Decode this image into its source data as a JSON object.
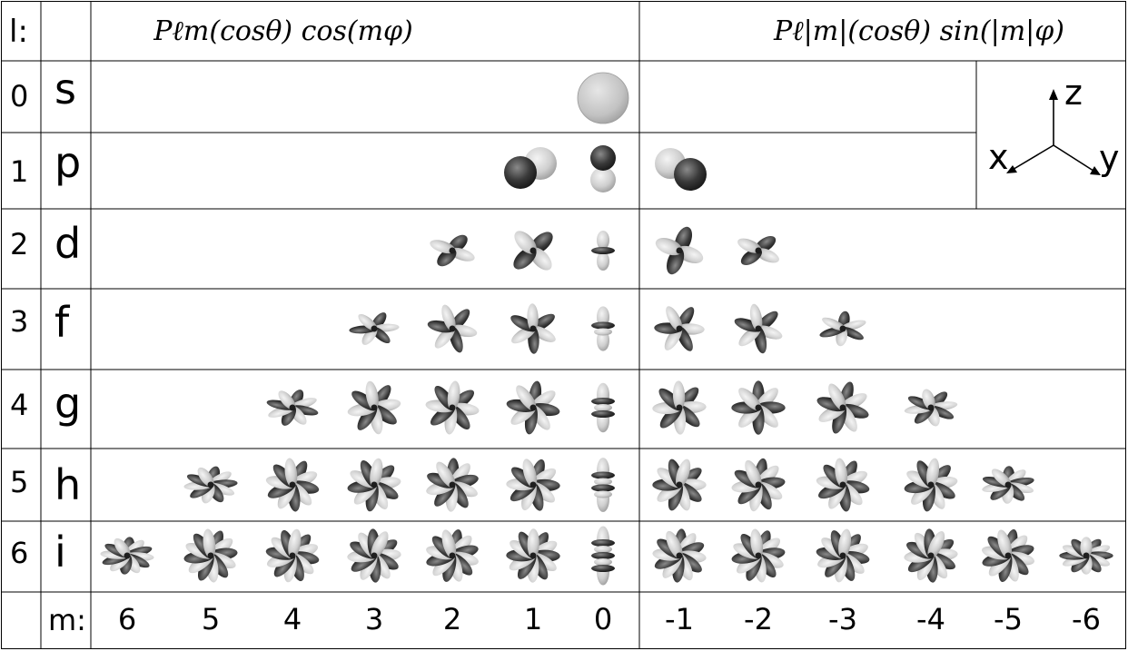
{
  "header": {
    "l_label": "l:",
    "cos_formula": "Pℓm(cosθ) cos(mφ)",
    "sin_formula": "Pℓ|m|(cosθ) sin(|m|φ)"
  },
  "rows": [
    {
      "l": "0",
      "letter": "s"
    },
    {
      "l": "1",
      "letter": "p"
    },
    {
      "l": "2",
      "letter": "d"
    },
    {
      "l": "3",
      "letter": "f"
    },
    {
      "l": "4",
      "letter": "g"
    },
    {
      "l": "5",
      "letter": "h"
    },
    {
      "l": "6",
      "letter": "i"
    }
  ],
  "m_label": "m:",
  "m_values": [
    "6",
    "5",
    "4",
    "3",
    "2",
    "1",
    "0",
    "-1",
    "-2",
    "-3",
    "-4",
    "-5",
    "-6"
  ],
  "axes": {
    "z": "z",
    "x": "x",
    "y": "y"
  },
  "colors": {
    "dark_lobe": "#2b2b2b",
    "light_lobe": "#cfcfcf",
    "grid": "#000000"
  }
}
